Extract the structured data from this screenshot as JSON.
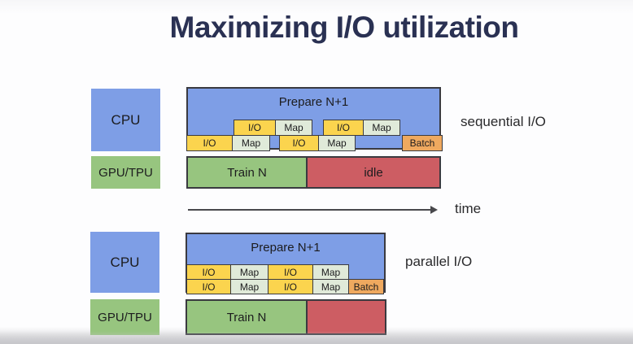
{
  "title": "Maximizing I/O utilization",
  "colors": {
    "slide_background": "#fdfdfe",
    "cpu_blue": "#7e9ee6",
    "io_yellow": "#fbd44e",
    "map_green": "#e0ead9",
    "batch_orange": "#efa95f",
    "train_green": "#97c57f",
    "idle_red": "#cd5d63",
    "box_border": "#3a3a40",
    "title_navy": "#2a3153"
  },
  "diagrams": [
    {
      "id": "sequential",
      "annotation": "sequential I/O",
      "cpu_label": "CPU",
      "gpu_label": "GPU/TPU",
      "prepare_label": "Prepare N+1",
      "cpu_rows": [
        {
          "segments": [
            "I/O",
            "Map",
            "I/O",
            "Map"
          ]
        },
        {
          "segments": [
            "I/O",
            "Map",
            "I/O",
            "Map",
            "Batch"
          ]
        }
      ],
      "gpu_segments": [
        {
          "label": "Train N",
          "state": "busy"
        },
        {
          "label": "idle",
          "state": "idle"
        }
      ]
    },
    {
      "id": "parallel",
      "annotation": "parallel I/O",
      "cpu_label": "CPU",
      "gpu_label": "GPU/TPU",
      "prepare_label": "Prepare N+1",
      "cpu_rows": [
        {
          "segments": [
            "I/O",
            "Map",
            "I/O",
            "Map"
          ]
        },
        {
          "segments": [
            "I/O",
            "Map",
            "I/O",
            "Map",
            "Batch"
          ]
        }
      ],
      "gpu_segments": [
        {
          "label": "Train N",
          "state": "busy"
        },
        {
          "label": "",
          "state": "idle"
        }
      ]
    }
  ],
  "time_axis": {
    "label": "time"
  }
}
